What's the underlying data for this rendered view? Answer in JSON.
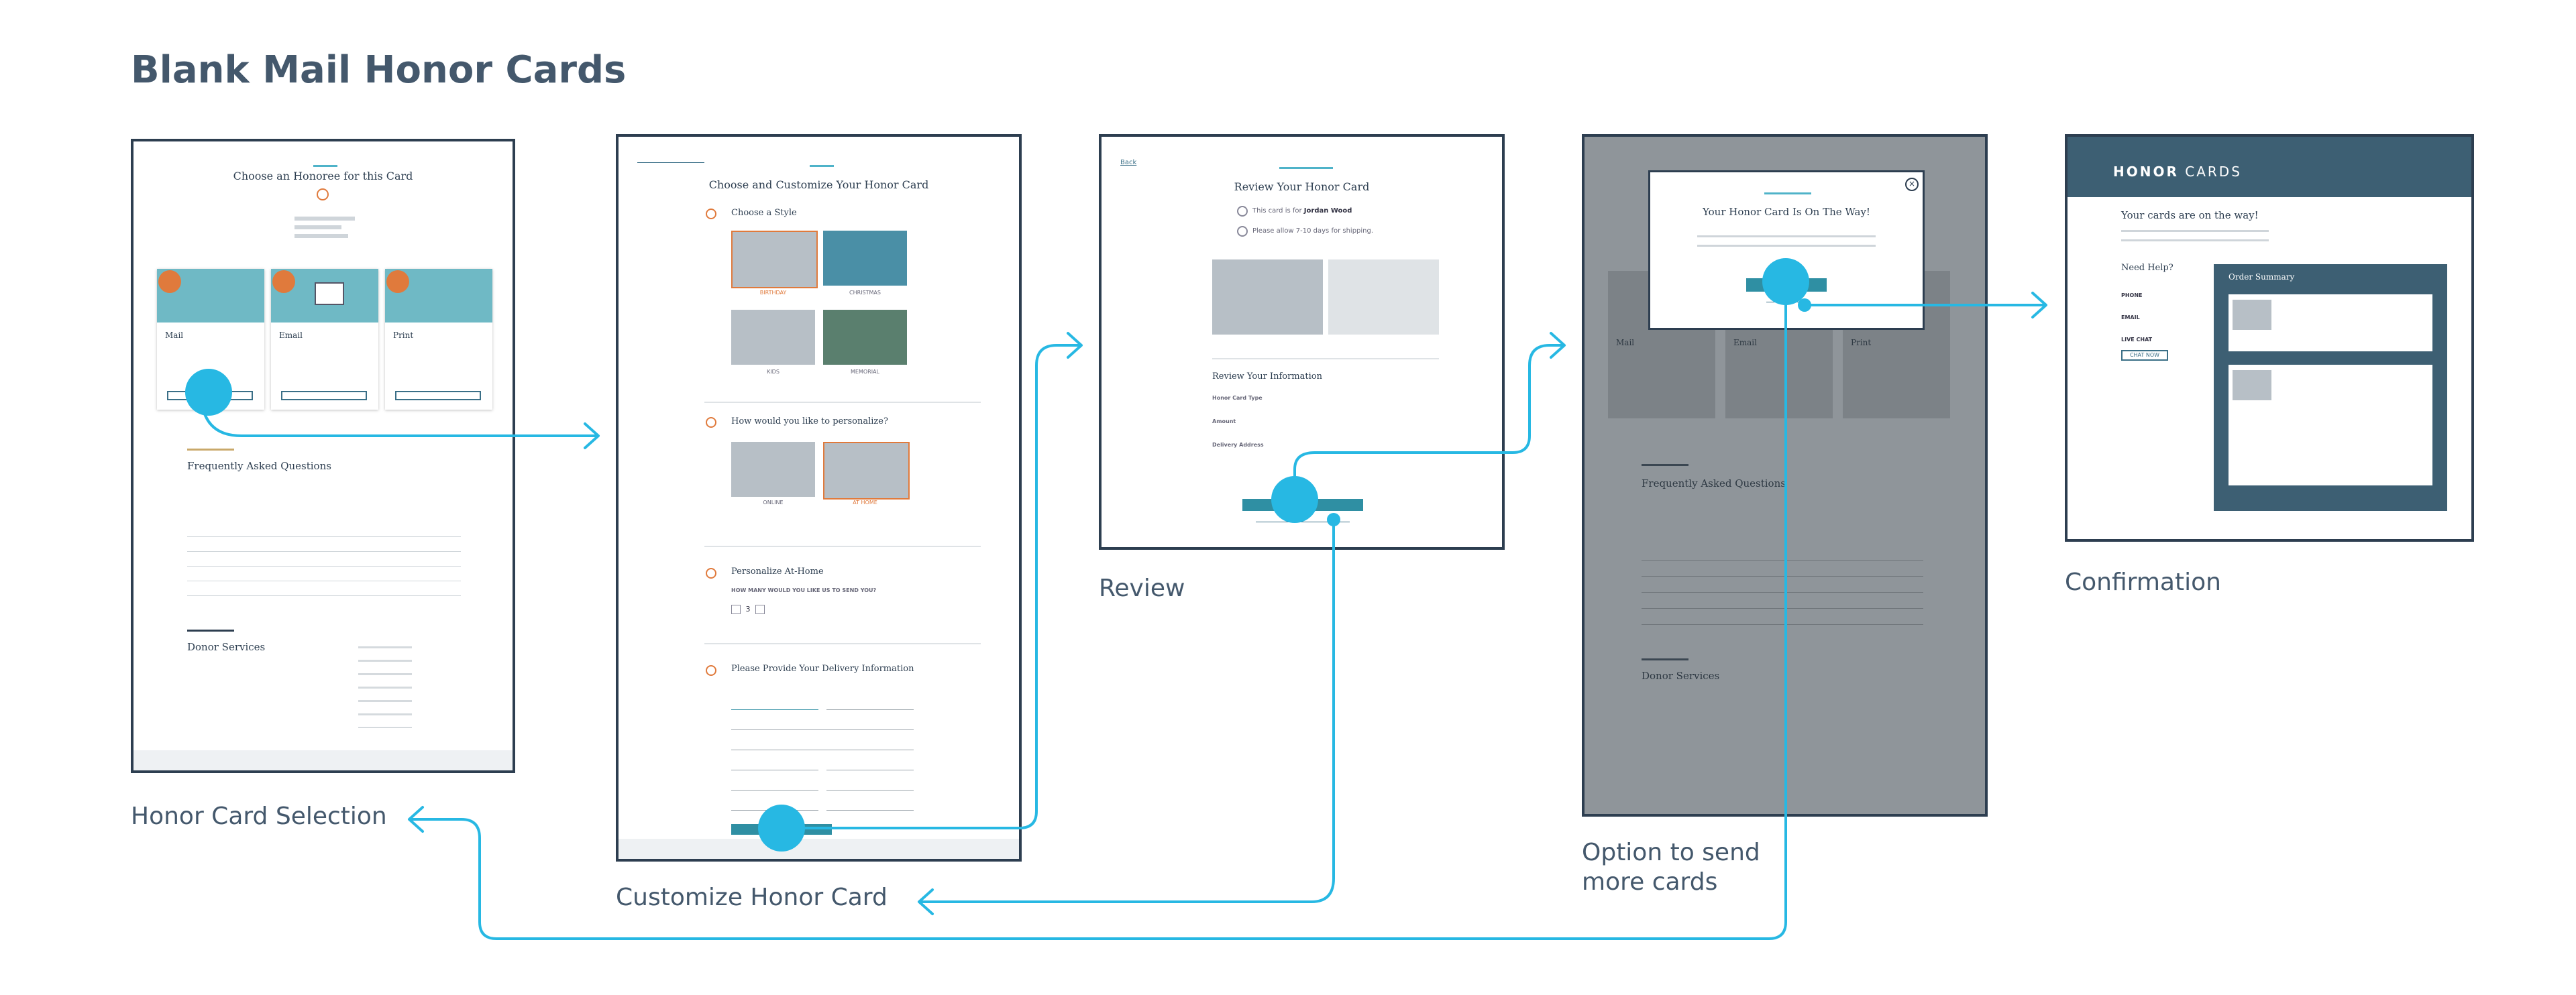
{
  "title": "Blank Mail Honor Cards",
  "screens": {
    "selection": {
      "caption": "Honor Card Selection",
      "heading": "Choose an Honoree for this Card",
      "faq_title": "Frequently Asked Questions",
      "donor_title": "Donor Services",
      "cards": [
        {
          "name": "Mail"
        },
        {
          "name": "Email"
        },
        {
          "name": "Print"
        }
      ]
    },
    "customize": {
      "caption": "Customize Honor Card",
      "heading": "Choose and Customize Your Honor Card",
      "step1": "Choose a Style",
      "step2": "How would you like to personalize?",
      "step3": "Personalize At-Home",
      "step4": "Please Provide Your Delivery Information",
      "styles": [
        "BIRTHDAY",
        "CHRISTMAS",
        "KIDS",
        "MEMORIAL"
      ],
      "personalize": [
        "ONLINE",
        "AT HOME"
      ],
      "qty_label": "HOW MANY WOULD YOU LIKE US TO SEND YOU?",
      "qty": "3"
    },
    "review": {
      "caption": "Review",
      "heading": "Review Your Honor Card",
      "honoree_prefix": "This card is for ",
      "honoree": "Jordan Wood",
      "shipping": "Please allow 7-10 days for shipping.",
      "info_heading": "Review Your Information",
      "card_type_label": "Honor Card Type",
      "amount_label": "Amount",
      "delivery_label": "Delivery Address",
      "back_link": "Back"
    },
    "option": {
      "caption_line1": "Option to send",
      "caption_line2": "more cards",
      "modal_title": "Your Honor Card Is On The Way!",
      "faq_title": "Frequently Asked Questions",
      "donor_title": "Donor Services",
      "cards": [
        {
          "name": "Mail"
        },
        {
          "name": "Email"
        },
        {
          "name": "Print"
        }
      ]
    },
    "confirmation": {
      "caption": "Confirmation",
      "brand_bold": "HONOR",
      "brand_light": " CARDS",
      "heading": "Your cards are on the way!",
      "need_help": "Need Help?",
      "summary_title": "Order Summary",
      "chat_button": "CHAT NOW",
      "labels": [
        "PHONE",
        "EMAIL",
        "LIVE CHAT"
      ]
    }
  },
  "colors": {
    "title": "#44586c",
    "frame": "#2d3e50",
    "accent": "#27b8e3",
    "brand_bar": "#3d5f73",
    "button": "#2f8fa3"
  }
}
